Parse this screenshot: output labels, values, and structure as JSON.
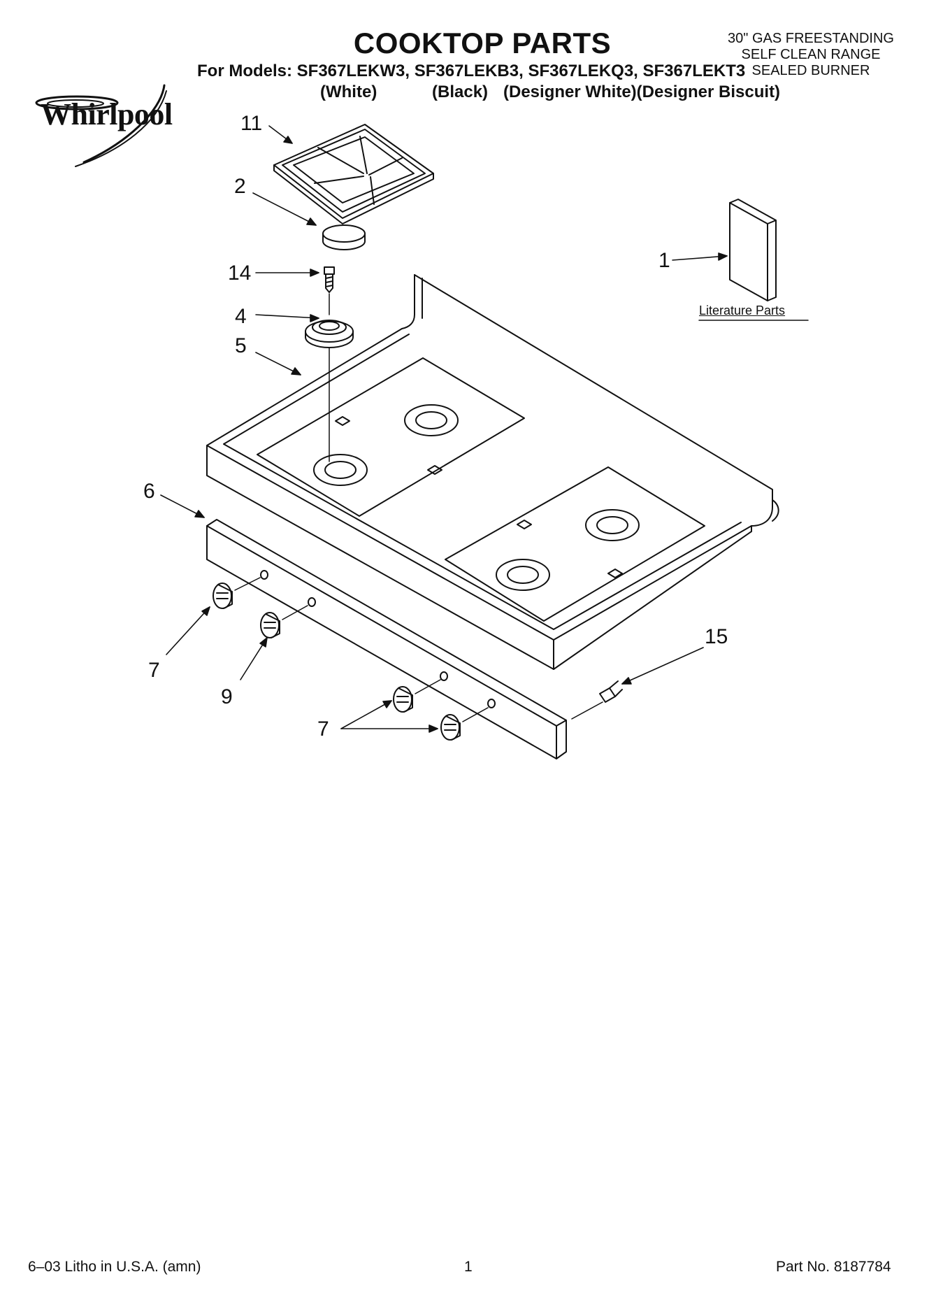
{
  "header": {
    "title": "COOKTOP PARTS",
    "models_line": "For Models: SF367LEKW3, SF367LEKB3, SF367LEKQ3, SF367LEKT3",
    "colors": [
      "(White)",
      "(Black)",
      "(Designer White)(Designer Biscuit)"
    ],
    "product_lines": [
      "30\" GAS FREESTANDING",
      "SELF CLEAN RANGE",
      "SEALED BURNER"
    ]
  },
  "brand": {
    "logo_text": "Whirlpool"
  },
  "callouts": {
    "grate": "11",
    "burner_cap": "2",
    "screw_top": "14",
    "burner_base": "4",
    "cooktop": "5",
    "literature": "1",
    "manifold_panel": "6",
    "knob_left": "7",
    "knob_center": "9",
    "knob_right": "7",
    "screw_side": "15"
  },
  "literature_label": "Literature Parts",
  "footer": {
    "litho": "6–03 Litho in U.S.A. (amn)",
    "page": "1",
    "part_no": "Part No. 8187784"
  },
  "colors_palette": {
    "ink": "#111111",
    "paper": "#ffffff"
  }
}
